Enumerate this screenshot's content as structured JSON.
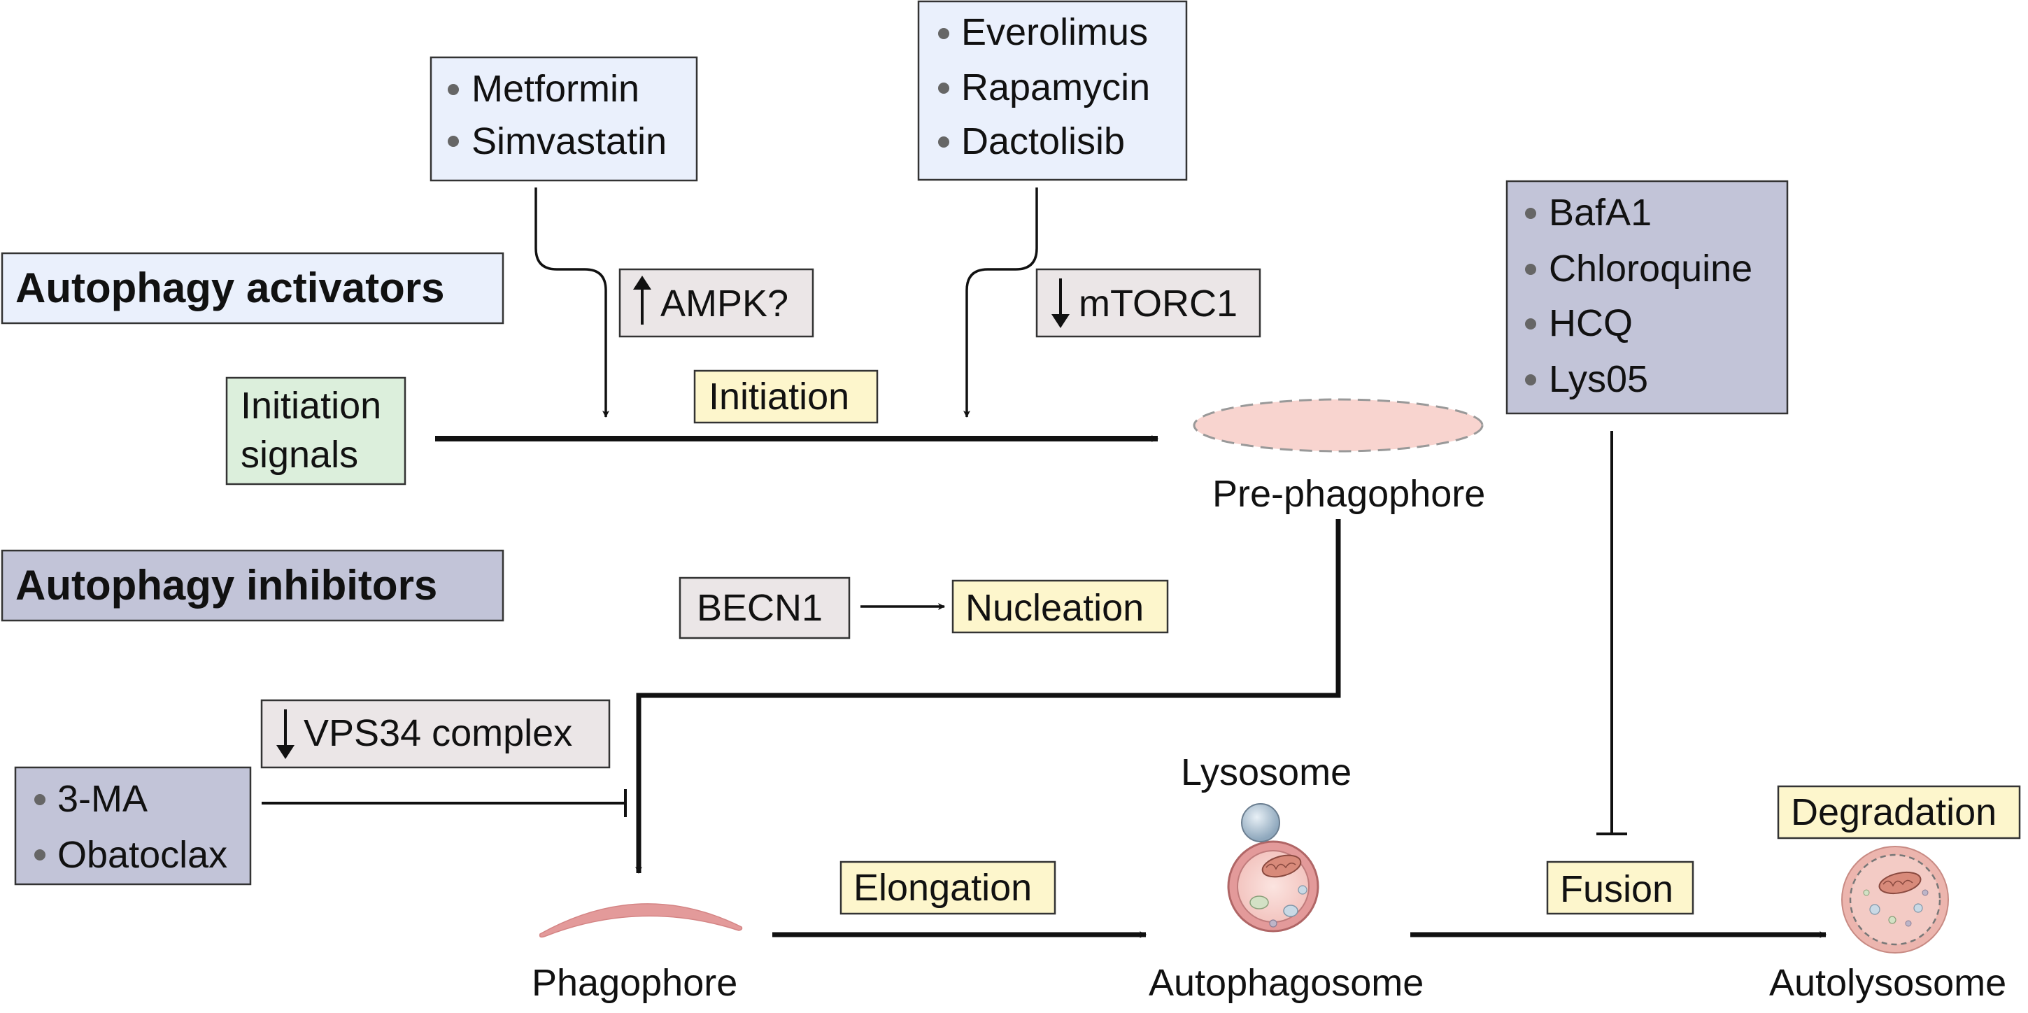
{
  "legend": {
    "activators": "Autophagy activators",
    "inhibitors": "Autophagy inhibitors"
  },
  "drug_groups": {
    "ampk_activators": [
      "Metformin",
      "Simvastatin"
    ],
    "mtor_inhibitors": [
      "Everolimus",
      "Rapamycin",
      "Dactolisib"
    ],
    "fusion_inhibitors": [
      "BafA1",
      "Chloroquine",
      "HCQ",
      "Lys05"
    ],
    "vps34_inhibitors": [
      "3-MA",
      "Obatoclax"
    ]
  },
  "targets": {
    "ampk": "AMPK?",
    "mtorc1": "mTORC1",
    "vps34": "VPS34 complex",
    "becn1": "BECN1"
  },
  "stages": {
    "initiation": "Initiation",
    "nucleation": "Nucleation",
    "elongation": "Elongation",
    "fusion": "Fusion",
    "degradation": "Degradation"
  },
  "structures": {
    "initiation_signals": [
      "Initiation",
      "signals"
    ],
    "pre_phagophore": "Pre-phagophore",
    "phagophore": "Phagophore",
    "lysosome": "Lysosome",
    "autophagosome": "Autophagosome",
    "autolysosome": "Autolysosome"
  },
  "colors": {
    "activator_fill": "#eaf0fc",
    "inhibitor_fill": "#c2c4d8",
    "target_fill": "#ebe6e7",
    "stage_fill": "#fdf6cc",
    "signal_fill": "#dcefdc",
    "membrane": "#e39a9a",
    "pre_phagophore_fill": "#f8d4cf"
  },
  "icons": {
    "up_arrow": "up-arrow-icon",
    "down_arrow": "down-arrow-icon",
    "bullet": "bullet-icon"
  }
}
